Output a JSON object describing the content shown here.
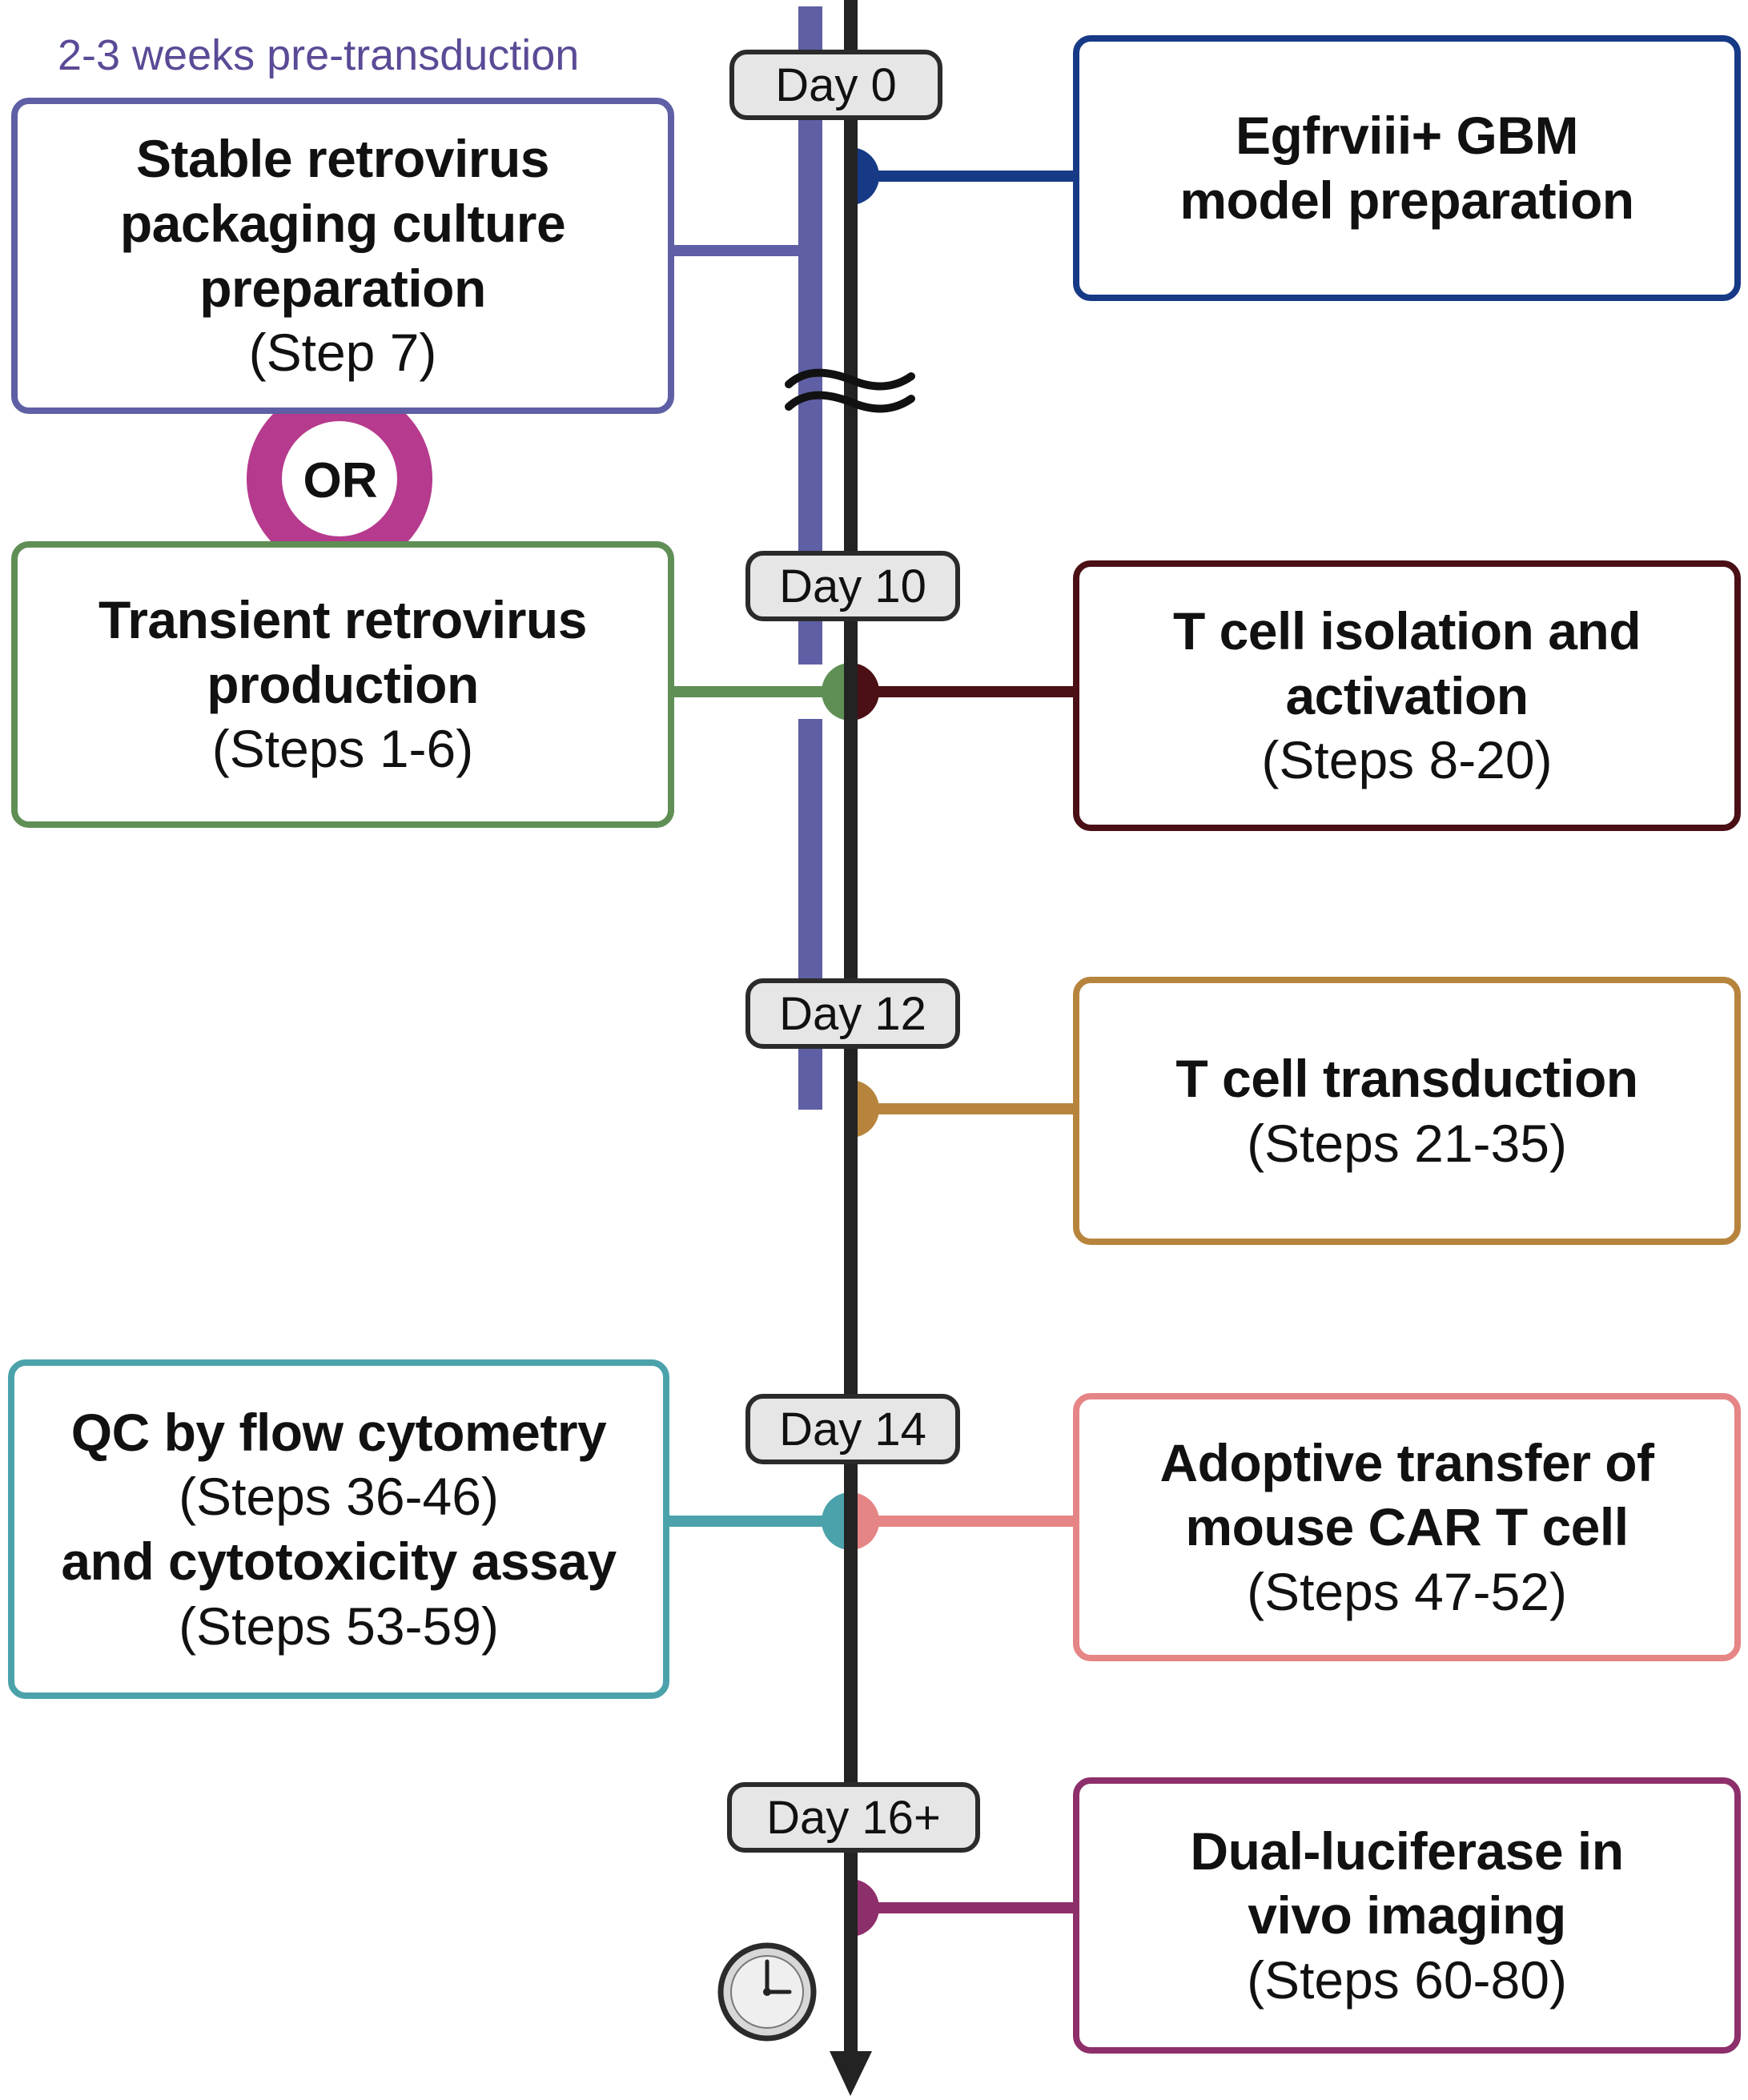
{
  "pre_label": "2-3 weeks pre-transduction",
  "or_label": "OR",
  "colors": {
    "timeline": "#232323",
    "stable": "#5e5fa4",
    "or_ring": "#b63a8e",
    "transient": "#5f8f55",
    "egfr": "#173a86",
    "tcell_isolation": "#4a1016",
    "transduction": "#b7843e",
    "qc": "#4ba2ab",
    "adoptive": "#e58585",
    "imaging": "#8d2f6a"
  },
  "days": {
    "d0": "Day 0",
    "d10": "Day 10",
    "d12": "Day 12",
    "d14": "Day 14",
    "d16": "Day 16+"
  },
  "boxes": {
    "stable": {
      "line1": "Stable retrovirus",
      "line2": "packaging culture",
      "line3": "preparation",
      "step": "(Step 7)"
    },
    "transient": {
      "line1": "Transient retrovirus",
      "line2": "production",
      "step": "(Steps 1-6)"
    },
    "egfr": {
      "line1": "Egfrviii+ GBM",
      "line2": "model preparation"
    },
    "tcell_isolation": {
      "line1": "T cell isolation and",
      "line2": "activation",
      "step": "(Steps 8-20)"
    },
    "transduction": {
      "line1": "T cell transduction",
      "step": "(Steps 21-35)"
    },
    "qc": {
      "line1": "QC by flow cytometry",
      "step1": "(Steps 36-46)",
      "line2": "and cytotoxicity assay",
      "step2": "(Steps 53-59)"
    },
    "adoptive": {
      "line1": "Adoptive transfer of",
      "line2": "mouse CAR T cell",
      "step": "(Steps 47-52)"
    },
    "imaging": {
      "line1": "Dual-luciferase in",
      "line2": "vivo imaging",
      "step": "(Steps 60-80)"
    }
  }
}
